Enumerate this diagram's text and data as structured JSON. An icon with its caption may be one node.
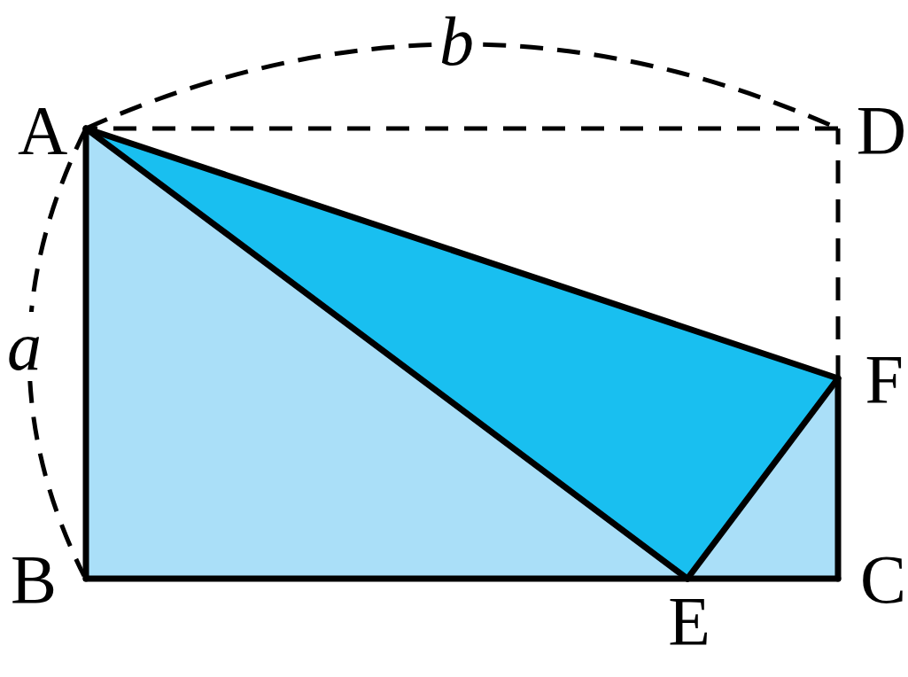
{
  "diagram": {
    "nodes": [
      {
        "text": [
          "A"
        ]
      },
      {
        "text": [
          "B"
        ]
      },
      {
        "text": [
          "C"
        ]
      },
      {
        "text": [
          "D"
        ]
      },
      {
        "text": [
          "E"
        ]
      },
      {
        "text": [
          "F"
        ]
      }
    ],
    "edges": [
      {
        "from": 0,
        "to": 1,
        "arrow": "none"
      },
      {
        "from": 1,
        "to": 4,
        "arrow": "none"
      },
      {
        "from": 4,
        "to": 2,
        "arrow": "none"
      },
      {
        "from": 2,
        "to": 5,
        "arrow": "none"
      },
      {
        "from": 5,
        "to": 3,
        "arrow": "none",
        "style": "dashed"
      },
      {
        "from": 3,
        "to": 0,
        "arrow": "none",
        "style": "dashed"
      },
      {
        "from": 0,
        "to": 4,
        "arrow": "none"
      },
      {
        "from": 0,
        "to": 5,
        "arrow": "none"
      },
      {
        "from": 4,
        "to": 5,
        "arrow": "none"
      }
    ],
    "labels": [
      "b",
      "a"
    ]
  }
}
